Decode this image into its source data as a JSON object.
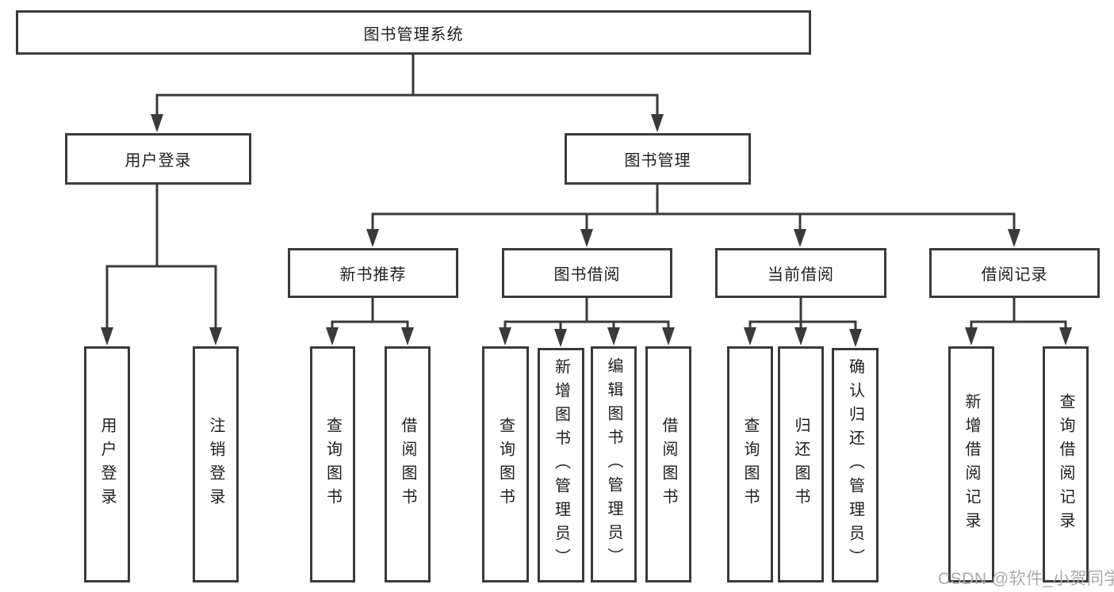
{
  "tree": {
    "label": "图书管理系统",
    "children": [
      {
        "label": "用户登录",
        "children": [
          {
            "label": "用户登录"
          },
          {
            "label": "注销登录"
          }
        ]
      },
      {
        "label": "图书管理",
        "children": [
          {
            "label": "新书推荐",
            "children": [
              {
                "label": "查询图书"
              },
              {
                "label": "借阅图书"
              }
            ]
          },
          {
            "label": "图书借阅",
            "children": [
              {
                "label": "查询图书"
              },
              {
                "label": "新增图书（管理员）"
              },
              {
                "label": "编辑图书（管理员）"
              },
              {
                "label": "借阅图书"
              }
            ]
          },
          {
            "label": "当前借阅",
            "children": [
              {
                "label": "查询图书"
              },
              {
                "label": "归还图书"
              },
              {
                "label": "确认归还（管理员）"
              }
            ]
          },
          {
            "label": "借阅记录",
            "children": [
              {
                "label": "新增借阅记录"
              },
              {
                "label": "查询借阅记录"
              }
            ]
          }
        ]
      }
    ]
  },
  "watermark": {
    "text": "CSDN @软件_小贺同学"
  },
  "colors": {
    "line": "#3a3a3a",
    "box_border": "#3a3a3a",
    "text": "#1e1e1e",
    "background": "#ffffff",
    "watermark": "#ababae"
  }
}
